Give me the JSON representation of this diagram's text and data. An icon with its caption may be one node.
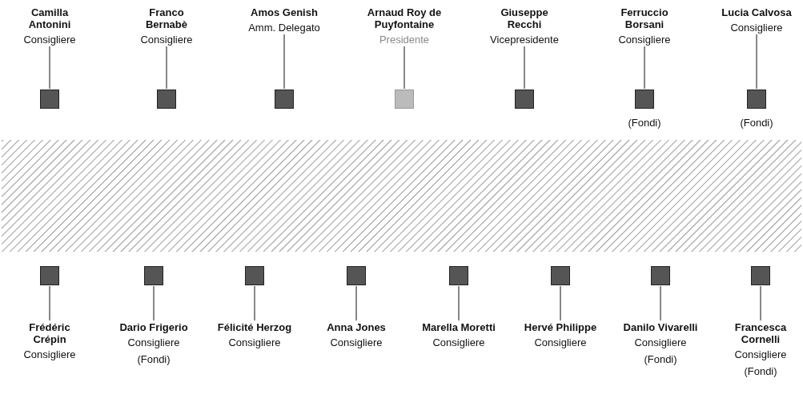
{
  "diagram": {
    "nodes": [
      {
        "text": [
          "Camilla Antonini",
          "Consigliere"
        ]
      },
      {
        "text": [
          "Franco Bernabè",
          "Consigliere"
        ]
      },
      {
        "text": [
          "Amos Genish",
          "Amm. Delegato"
        ]
      },
      {
        "text": [
          "Arnaud Roy de Puyfontaine",
          "Presidente"
        ]
      },
      {
        "text": [
          "Giuseppe Recchi",
          "Vicepresidente"
        ]
      },
      {
        "text": [
          "Ferruccio Borsani",
          "Consigliere"
        ]
      },
      {
        "text": [
          "Lucia Calvosa",
          "Consigliere"
        ]
      },
      {
        "text": [],
        "shape": "box"
      },
      {
        "text": [],
        "shape": "box"
      },
      {
        "text": [],
        "shape": "box"
      },
      {
        "text": [],
        "shape": "box"
      },
      {
        "text": [],
        "shape": "box"
      },
      {
        "text": [],
        "shape": "box",
        "beside": [
          "(Fondi)"
        ]
      },
      {
        "text": [],
        "shape": "box",
        "beside": [
          "(Fondi)"
        ]
      },
      {
        "text": [],
        "shape": "box"
      },
      {
        "text": [],
        "shape": "box"
      },
      {
        "text": [],
        "shape": "box"
      },
      {
        "text": [],
        "shape": "box"
      },
      {
        "text": [],
        "shape": "box"
      },
      {
        "text": [],
        "shape": "box"
      },
      {
        "text": [],
        "shape": "box"
      },
      {
        "text": [],
        "shape": "box"
      },
      {
        "text": [
          "Frédéric Crépin",
          "Consigliere"
        ]
      },
      {
        "text": [
          "Dario Frigerio",
          "Consigliere"
        ],
        "beside": [
          "(Fondi)"
        ]
      },
      {
        "text": [
          "Félicité Herzog",
          "Consigliere"
        ]
      },
      {
        "text": [
          "Anna Jones",
          "Consigliere"
        ]
      },
      {
        "text": [
          "Marella Moretti",
          "Consigliere"
        ]
      },
      {
        "text": [
          "Hervé Philippe",
          "Consigliere"
        ]
      },
      {
        "text": [
          "Danilo Vivarelli",
          "Consigliere"
        ],
        "beside": [
          "(Fondi)"
        ]
      },
      {
        "text": [
          "Francesca Cornelli",
          "Consigliere"
        ],
        "beside": [
          "(Fondi)"
        ]
      }
    ],
    "edges": [
      {
        "from": 0,
        "to": 7,
        "arrow": "none"
      },
      {
        "from": 1,
        "to": 8,
        "arrow": "none"
      },
      {
        "from": 2,
        "to": 9,
        "arrow": "none"
      },
      {
        "from": 3,
        "to": 10,
        "arrow": "none"
      },
      {
        "from": 4,
        "to": 11,
        "arrow": "none"
      },
      {
        "from": 5,
        "to": 12,
        "arrow": "none"
      },
      {
        "from": 6,
        "to": 13,
        "arrow": "none"
      },
      {
        "from": 14,
        "to": 22,
        "arrow": "none"
      },
      {
        "from": 15,
        "to": 23,
        "arrow": "none"
      },
      {
        "from": 16,
        "to": 24,
        "arrow": "none"
      },
      {
        "from": 17,
        "to": 25,
        "arrow": "none"
      },
      {
        "from": 18,
        "to": 26,
        "arrow": "none"
      },
      {
        "from": 19,
        "to": 27,
        "arrow": "none"
      },
      {
        "from": 20,
        "to": 28,
        "arrow": "none"
      },
      {
        "from": 21,
        "to": 29,
        "arrow": "none"
      }
    ]
  }
}
